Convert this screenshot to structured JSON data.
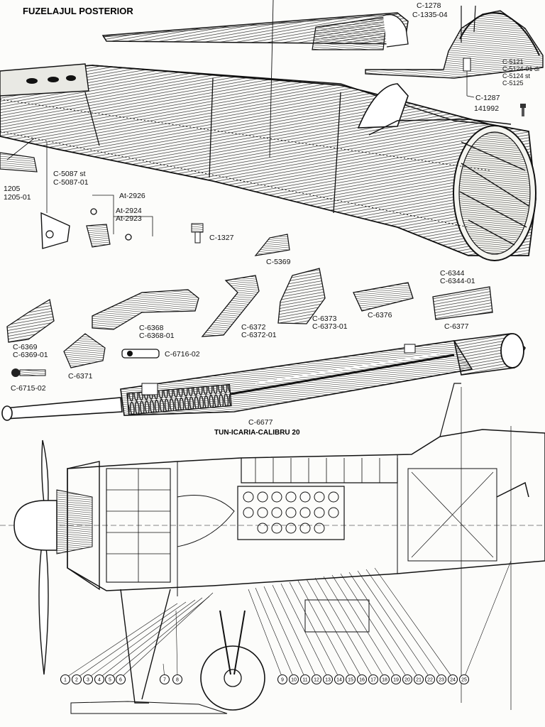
{
  "title": "FUZELAJUL POSTERIOR",
  "labels": {
    "c1278": "C-1278",
    "c1335": "C-1335-04",
    "c5121": "C-5121",
    "c512401": "C-5124-01 dr",
    "c5124": "C-5124 st",
    "c5125": "C-5125",
    "c1287": "C-1287",
    "n141992": "141992",
    "c5087st": "C-5087 st",
    "c508701": "C-5087-01",
    "n1205": "1205",
    "n120501": "1205-01",
    "at2926": "At-2926",
    "at2924": "At-2924",
    "at2923": "At-2923",
    "c1327": "C-1327",
    "c5369": "C-5369",
    "c6344": "C-6344",
    "c634401": "C-6344-01",
    "c6368": "C-6368",
    "c636801": "C-6368-01",
    "c6372": "C-6372",
    "c637201": "C-6372-01",
    "c6373": "C-6373",
    "c637301": "C-6373-01",
    "c6376": "C-6376",
    "c6377": "C-6377",
    "c6369": "C-6369",
    "c636901": "C-6369-01",
    "c6371": "C-6371",
    "c671602": "C-6716-02",
    "c671502": "C-6715-02",
    "c6677": "C-6677"
  },
  "cannon_caption": "TUN-ICARIA-CALIBRU 20",
  "callouts": [
    "1",
    "2",
    "3",
    "4",
    "5",
    "6",
    "7",
    "8",
    "9",
    "10",
    "11",
    "12",
    "13",
    "14",
    "15",
    "16",
    "17",
    "18",
    "19",
    "20",
    "21",
    "22",
    "23",
    "24",
    "25"
  ]
}
